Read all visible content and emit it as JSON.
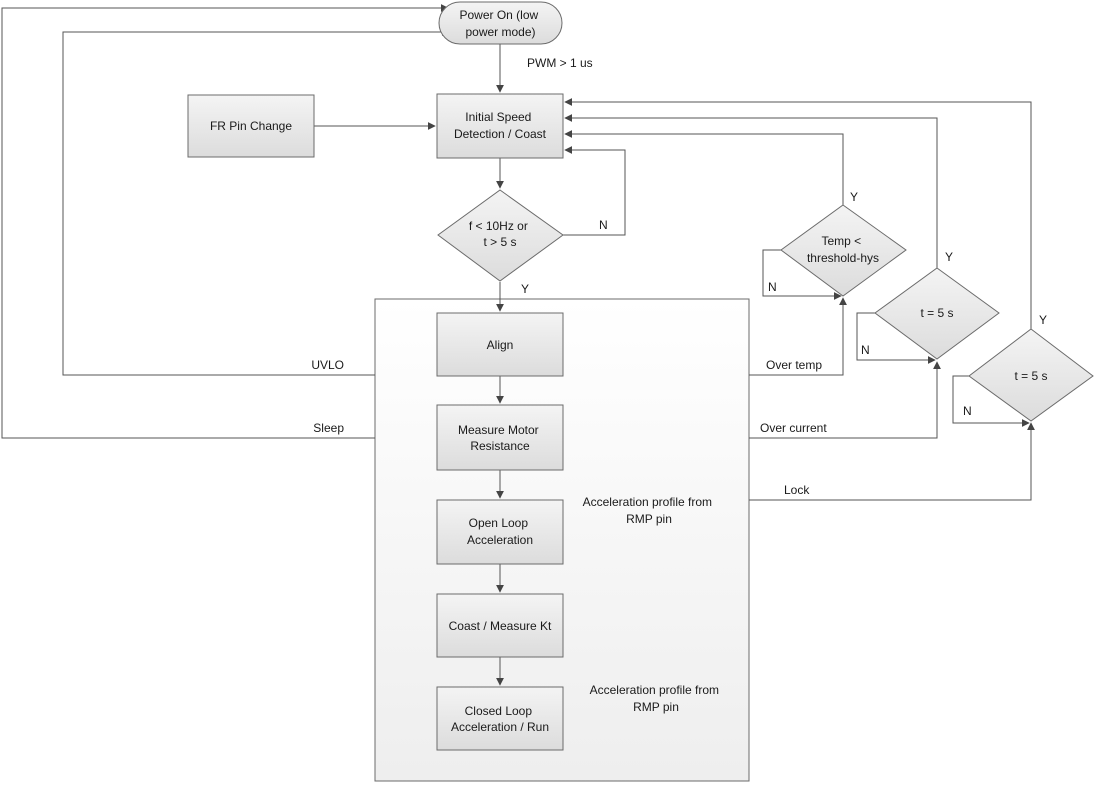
{
  "nodes": {
    "power_on": [
      "Power On (low",
      "power mode)"
    ],
    "fr_pin_change": [
      "FR Pin Change"
    ],
    "initial_speed": [
      "Initial Speed",
      "Detection / Coast"
    ],
    "freq_decision": [
      "f < 10Hz or",
      "t > 5 s"
    ],
    "align": [
      "Align"
    ],
    "measure_resistance": [
      "Measure Motor",
      "Resistance"
    ],
    "open_loop": [
      "Open Loop",
      "Acceleration"
    ],
    "coast_kt": [
      "Coast / Measure Kt"
    ],
    "closed_loop": [
      "Closed Loop",
      "Acceleration / Run"
    ],
    "temp_decision": [
      "Temp <",
      "threshold-hys"
    ],
    "t5_decision_1": [
      "t = 5 s"
    ],
    "t5_decision_2": [
      "t = 5 s"
    ]
  },
  "labels": {
    "pwm": "PWM > 1 us",
    "n_freq": "N",
    "y_freq": "Y",
    "uvlo": "UVLO",
    "sleep": "Sleep",
    "over_temp": "Over temp",
    "over_current": "Over current",
    "lock": "Lock",
    "y_temp": "Y",
    "n_temp": "N",
    "y_t5_1": "Y",
    "n_t5_1": "N",
    "y_t5_2": "Y",
    "n_t5_2": "N"
  },
  "notes": {
    "accel_profile_1": [
      "Acceleration profile from",
      "RMP pin"
    ],
    "accel_profile_2": [
      "Acceleration profile from",
      "RMP pin"
    ]
  }
}
